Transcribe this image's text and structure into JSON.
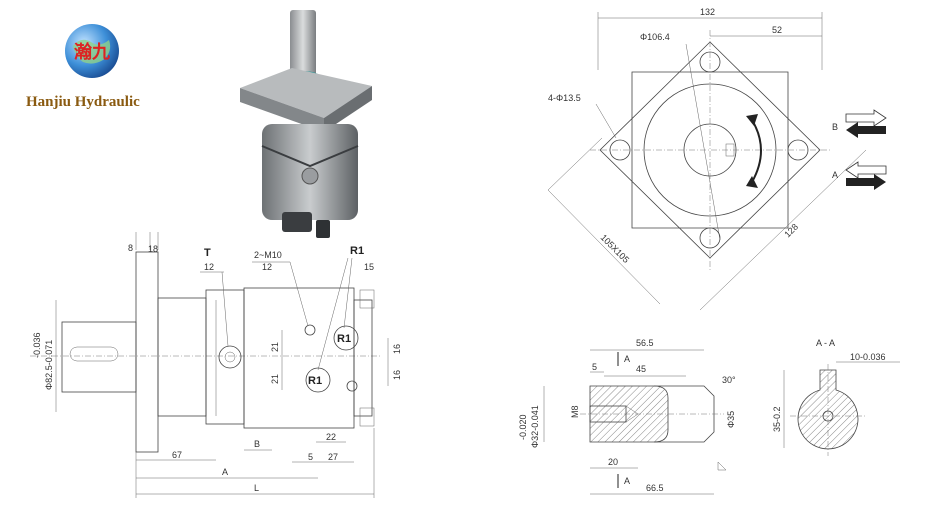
{
  "brand": {
    "name": "Hanjiu Hydraulic",
    "logo_text": "瀚九"
  },
  "side_view": {
    "dim_8": "8",
    "dim_18": "18",
    "port_T": "T",
    "dim_12_t": "12",
    "thread": "2~M10",
    "dim_12_m": "12",
    "port_R1_top": "R1",
    "dim_15": "15",
    "port_R1_mid": "R1",
    "port_R1_low": "R1",
    "tol_top": "-0.036",
    "tol_bot": "Φ82.5-0.071",
    "dim_21a": "21",
    "dim_21b": "21",
    "dim_16a": "16",
    "dim_16b": "16",
    "dim_67": "67",
    "dim_B": "B",
    "dim_22": "22",
    "dim_5": "5",
    "dim_27": "27",
    "dim_A": "A",
    "dim_L": "L"
  },
  "front_view": {
    "dim_132": "132",
    "dim_52": "52",
    "dim_106": "Φ106.4",
    "holes": "4-Φ13.5",
    "square": "105X105",
    "dim_128": "128",
    "port_B": "B",
    "port_A": "A"
  },
  "shaft_view": {
    "dim_565": "56.5",
    "sec_top": "A",
    "dim_5": "5",
    "dim_45": "45",
    "angle": "30°",
    "tol_top": "-0.020",
    "tol_bot": "Φ32-0.041",
    "thread": "M8",
    "dia": "Φ35",
    "dim_20": "20",
    "sec_bot": "A",
    "dim_665": "66.5"
  },
  "section_view": {
    "title": "A - A",
    "key": "10-0.036",
    "height": "35-0.2"
  }
}
